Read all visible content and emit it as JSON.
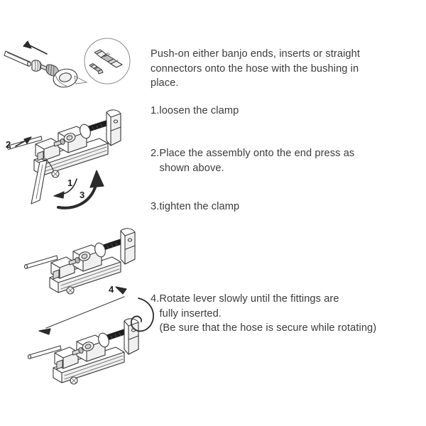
{
  "document": {
    "type": "instruction-diagram",
    "title": "Hose fitting press instructions",
    "background_color": "#ffffff",
    "text_color": "#3b3b3b"
  },
  "instructions": {
    "intro": "Push-on either banjo ends, inserts or straight\nconnectors onto the hose with the bushing in\nplace.",
    "step1": "1.loosen the clamp",
    "step2": "2.Place the assembly onto the end press as\n   shown above.",
    "step3": "3.tighten the clamp",
    "step4": "4.Rotate lever slowly until the fittings are\n   fully inserted.\n   (Be sure that the hose is secure while rotating)"
  },
  "illustrations": {
    "assembly": {
      "name": "hose-banjo-assembly",
      "caption_marks": [],
      "parts": [
        "hose",
        "bushing",
        "banjo-fitting",
        "eye-ring",
        "magnified-callout"
      ]
    },
    "press_loosen": {
      "name": "press-tool-with-lever",
      "parts": [
        "tool-body",
        "threaded-rod",
        "clamp-arm",
        "lever",
        "hose"
      ]
    },
    "press_clamped": {
      "name": "press-tool-clamped",
      "parts": [
        "tool-body",
        "threaded-rod",
        "clamp-arm",
        "hose"
      ]
    },
    "press_rotate": {
      "name": "press-tool-rotating",
      "parts": [
        "tool-body",
        "threaded-rod",
        "clamp-arm",
        "hose"
      ]
    }
  },
  "callout_labels": {
    "mark1": "1",
    "mark2": "2",
    "mark3": "3",
    "mark4": "4"
  }
}
